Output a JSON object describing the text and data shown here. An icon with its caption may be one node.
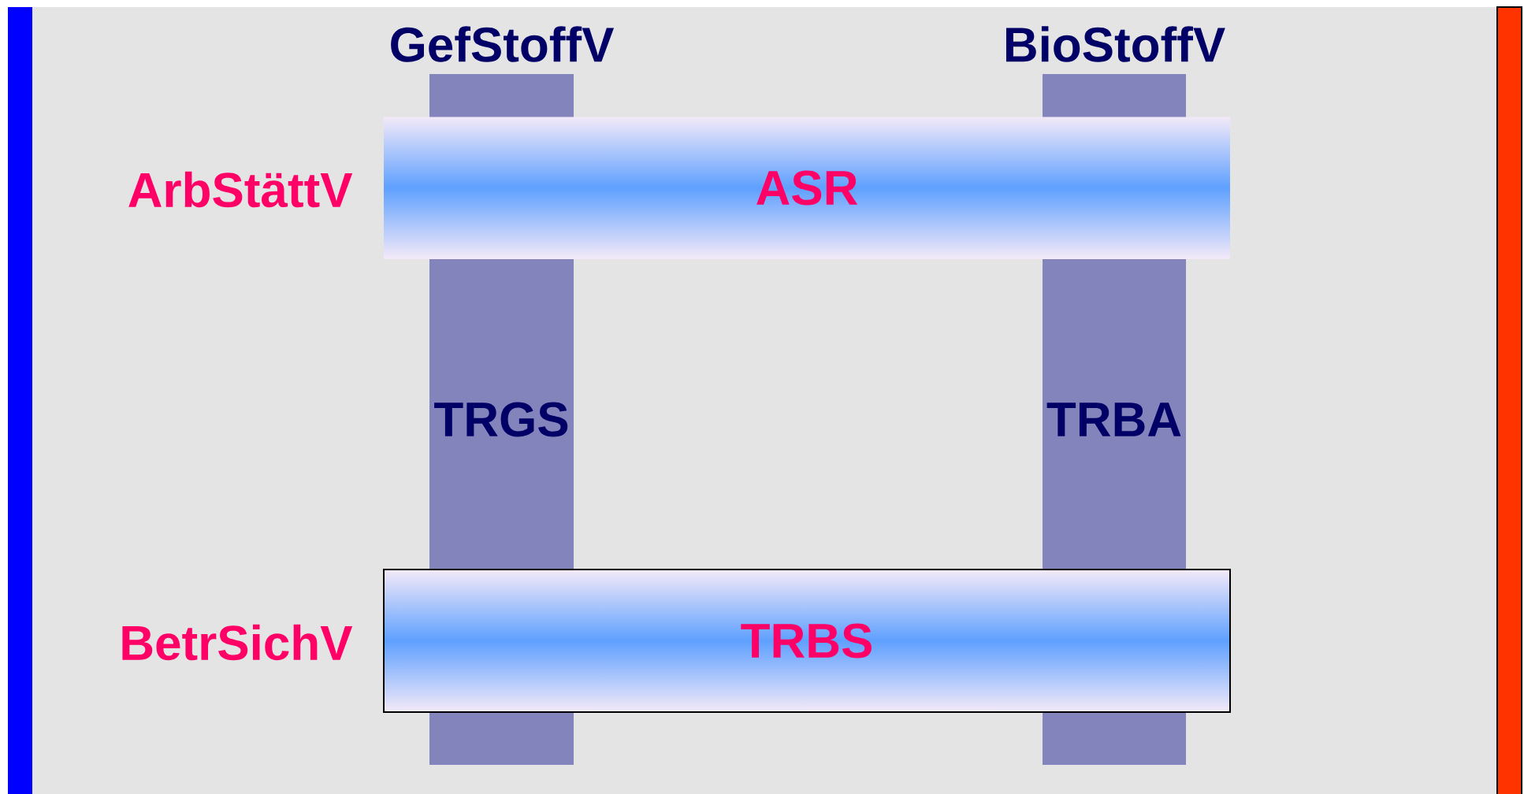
{
  "diagram": {
    "nodes": [
      {
        "text": [
          "GefStoffV",
          "TRGS"
        ]
      },
      {
        "text": [
          "BioStoffV",
          "TRBA"
        ]
      },
      {
        "text": [
          "ASR"
        ],
        "beside": [
          "ArbStättV"
        ]
      },
      {
        "text": [
          "TRBS"
        ],
        "beside": [
          "BetrSichV"
        ]
      }
    ]
  }
}
